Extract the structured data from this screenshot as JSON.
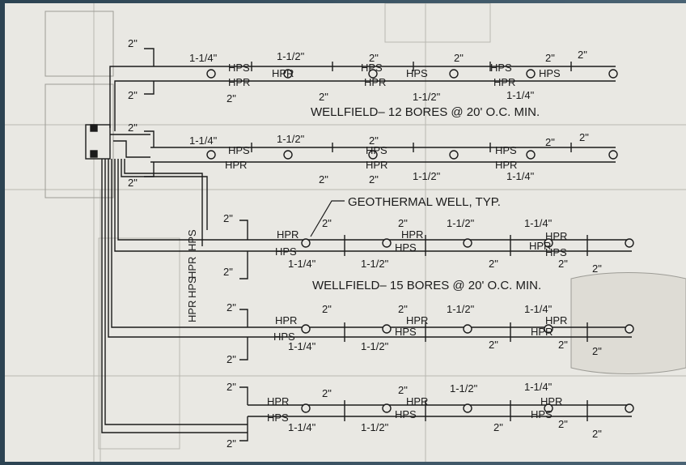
{
  "drawing": {
    "wellfield_top_title": "WELLFIELD– 12 BORES @ 20' O.C. MIN.",
    "wellfield_bottom_title": "WELLFIELD– 15 BORES @ 20' O.C. MIN.",
    "geo_callout": "GEOTHERMAL WELL, TYP.",
    "header_vertical_1": "HPR",
    "header_vertical_2": "HPS",
    "header_vertical_3": "HPR",
    "header_vertical_4": "HPS",
    "size_2in": "2\"",
    "size_1_1_4": "1-1/4\"",
    "size_1_1_2": "1-1/2\"",
    "pipe_hps": "HPS",
    "pipe_hpr": "HPR"
  }
}
